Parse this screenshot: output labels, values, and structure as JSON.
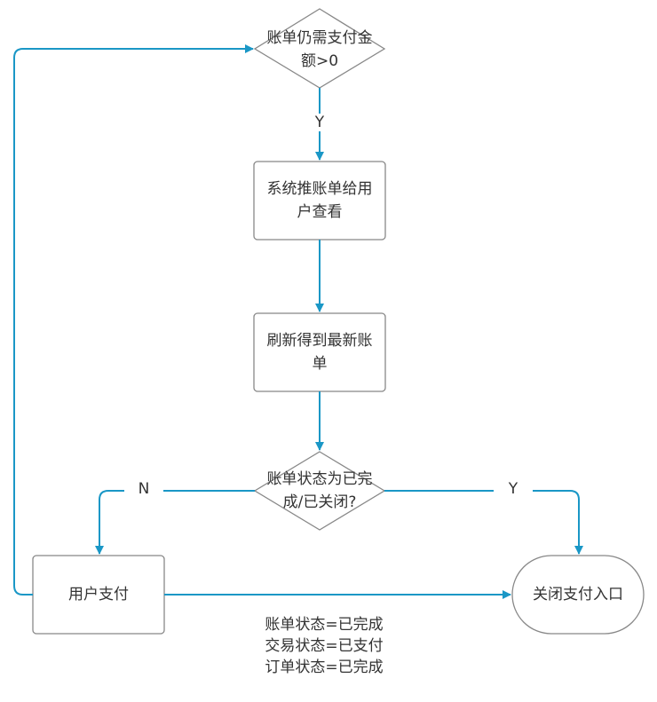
{
  "colors": {
    "connector": "#1a97c6",
    "node_border": "#888888",
    "text": "#333333"
  },
  "nodes": {
    "decision_amount": {
      "type": "decision",
      "line1": "账单仍需支付金",
      "line2": "额>0"
    },
    "push_bill": {
      "type": "process",
      "line1": "系统推账单给用",
      "line2": "户查看"
    },
    "refresh_bill": {
      "type": "process",
      "line1": "刷新得到最新账",
      "line2": "单"
    },
    "decision_status": {
      "type": "decision",
      "line1": "账单状态为已完",
      "line2": "成/已关闭?"
    },
    "user_pay": {
      "type": "process",
      "label": "用户支付"
    },
    "close_entry": {
      "type": "terminal",
      "label": "关闭支付入口"
    }
  },
  "edge_labels": {
    "amount_yes": "Y",
    "status_no": "N",
    "status_yes": "Y"
  },
  "note": {
    "lines": [
      "账单状态=已完成",
      "交易状态=已支付",
      "订单状态=已完成"
    ]
  }
}
